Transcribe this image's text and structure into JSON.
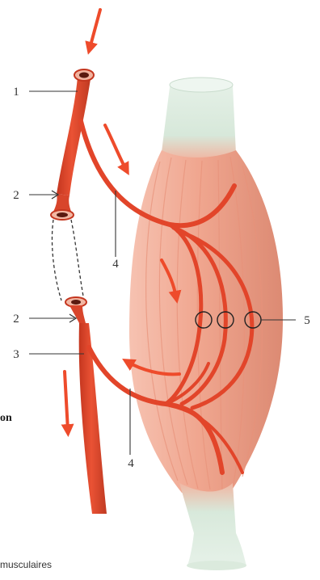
{
  "labels": {
    "l1": "1",
    "l2_top": "2",
    "l2_bottom": "2",
    "l3": "3",
    "l4_top": "4",
    "l4_bottom": "4",
    "l5": "5"
  },
  "fragments": {
    "bold_left": "on",
    "caption_bottom": "musculaires"
  },
  "colors": {
    "artery": "#e2452a",
    "artery_dark": "#b8321c",
    "arrow": "#ee4b2b",
    "muscle": "#f0a48e",
    "muscle_shade": "#d97f68",
    "tendon": "#dcebe0",
    "leader": "#333333"
  }
}
